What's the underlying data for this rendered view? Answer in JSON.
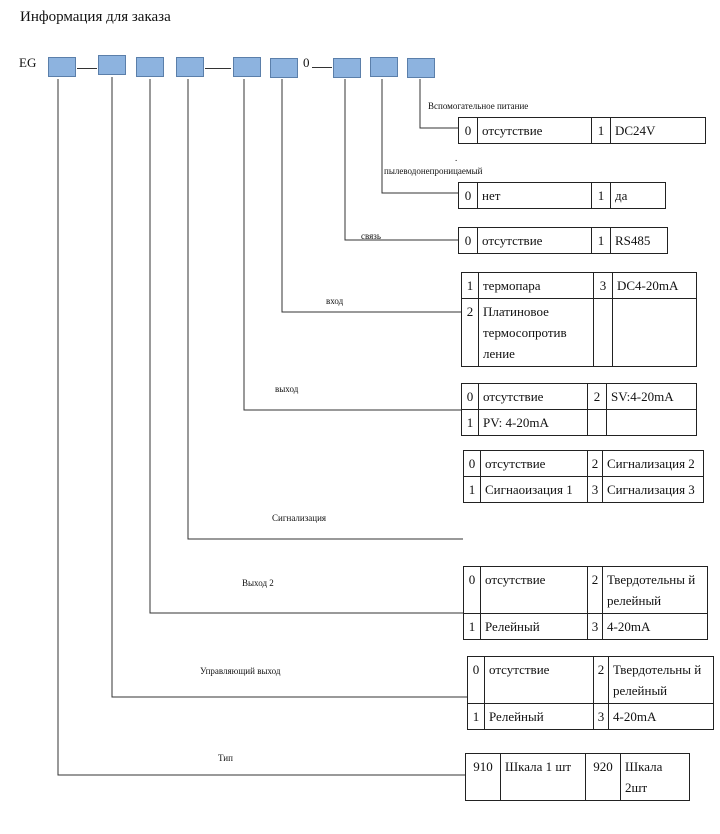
{
  "title": "Информация для заказа",
  "code": {
    "prefix": "EG",
    "fixed_zero": "0"
  },
  "groups": {
    "aux_power": {
      "label": "Вспомогательное питание",
      "rows": [
        [
          "0",
          "отсутствие",
          "1",
          "DC24V"
        ]
      ]
    },
    "dustproof": {
      "label": "пылеводонепроницаемый",
      "rows": [
        [
          "0",
          "нет",
          "1",
          "да"
        ]
      ]
    },
    "comm": {
      "label": "связь",
      "rows": [
        [
          "0",
          "отсутствие",
          "1",
          "RS485"
        ]
      ]
    },
    "input": {
      "label": "вход",
      "rows": [
        [
          "1",
          "термопара",
          "3",
          "DC4-20mA"
        ],
        [
          "2",
          "Платиновое термосопротив ление",
          "",
          ""
        ]
      ]
    },
    "output": {
      "label": "выход",
      "rows": [
        [
          "0",
          "отсутствие",
          "2",
          "SV:4-20mA"
        ],
        [
          "1",
          "PV: 4-20mA",
          "",
          ""
        ]
      ]
    },
    "alarm": {
      "label": "Сигнализация",
      "rows": [
        [
          "0",
          "отсутствие",
          "2",
          "Сигнализация 2"
        ],
        [
          "1",
          "Сигнаоизация 1",
          "3",
          "Сигнализация 3"
        ]
      ]
    },
    "output2": {
      "label": "Выход 2",
      "rows": [
        [
          "0",
          "отсутствие",
          "2",
          "Твердотельны й релейный"
        ],
        [
          "1",
          "Релейный",
          "3",
          "4-20mA"
        ]
      ]
    },
    "control_output": {
      "label": "Управляющий выход",
      "rows": [
        [
          "0",
          "отсутствие",
          "2",
          "Твердотельны й релейный"
        ],
        [
          "1",
          "Релейный",
          "3",
          "4-20mA"
        ]
      ]
    },
    "type": {
      "label": "Тип",
      "rows": [
        [
          "910",
          "Шкала 1 шт",
          "920",
          "Шкала 2шт"
        ]
      ]
    }
  },
  "colors": {
    "box_fill": "#8db3df",
    "box_border": "#5b7faa",
    "line": "#333333"
  }
}
